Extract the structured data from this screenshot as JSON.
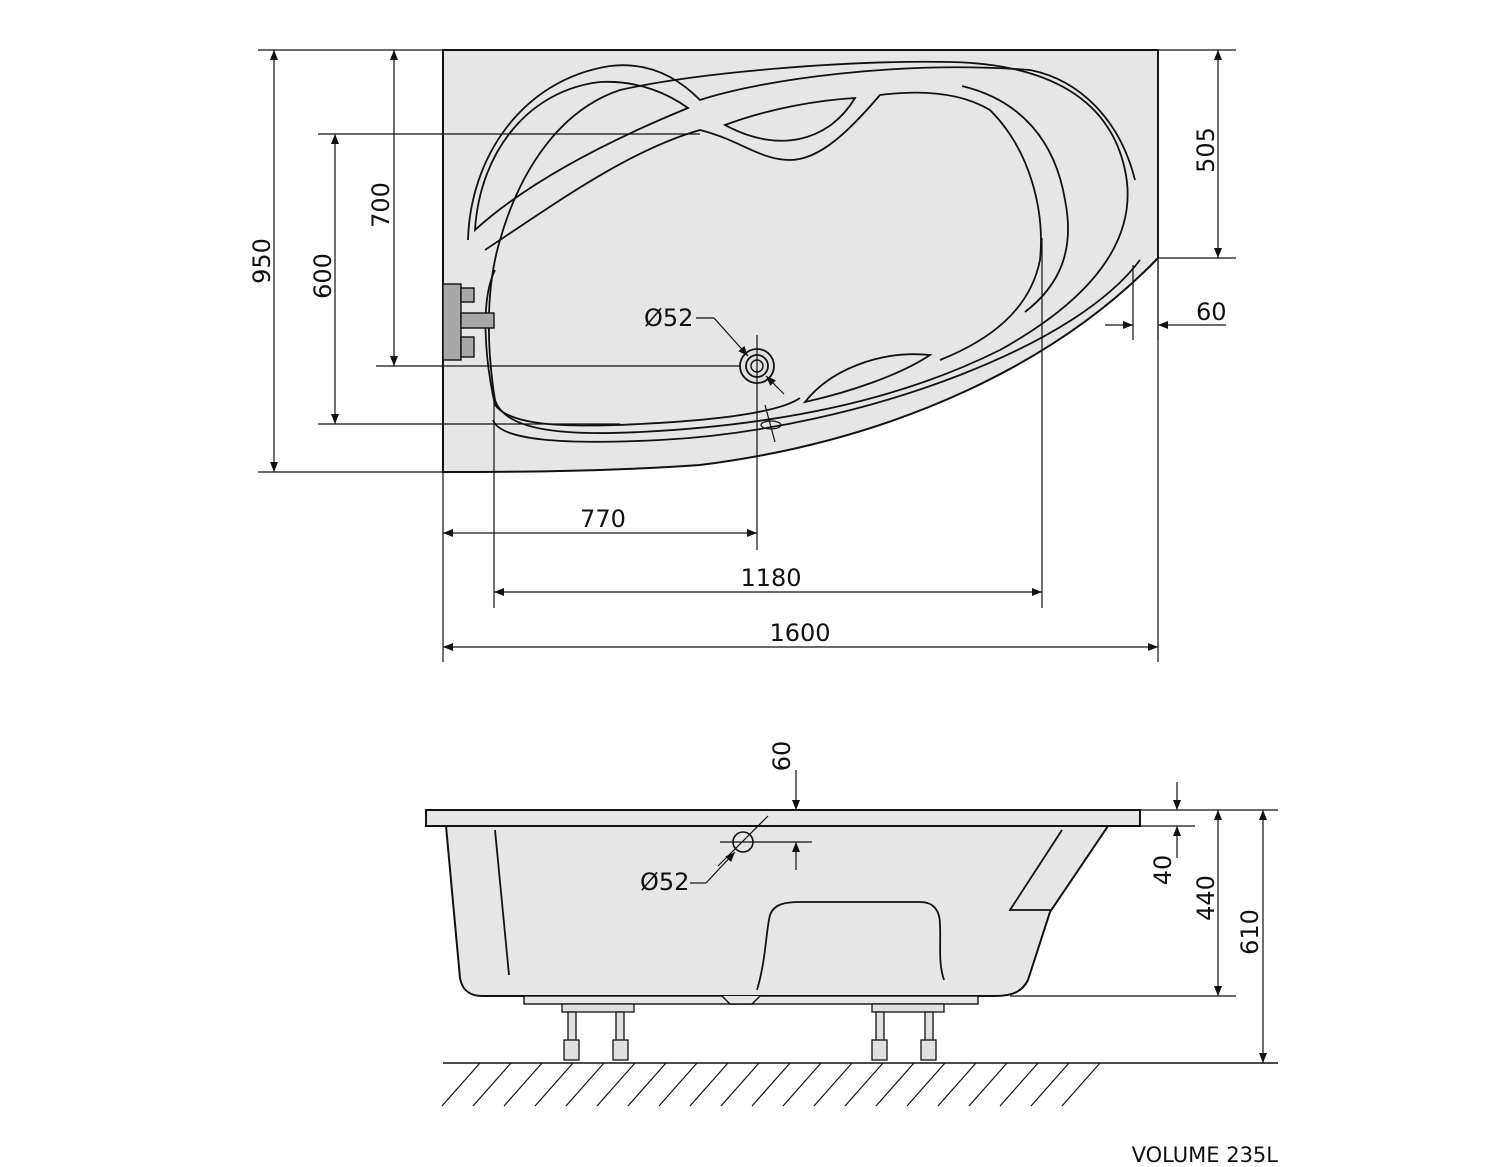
{
  "top_view": {
    "dimensions": {
      "total_length": "1600",
      "inner_length": "1180",
      "drain_offset": "770",
      "total_width": "950",
      "width_700": "700",
      "width_600": "600",
      "right_side": "505",
      "corner_offset": "60"
    },
    "drain_label": "Ø52"
  },
  "side_view": {
    "dimensions": {
      "top_offset": "60",
      "rim_height": "40",
      "basin_height": "440",
      "total_height": "610"
    },
    "overflow_label": "Ø52"
  },
  "volume_label": "VOLUME 235L",
  "colors": {
    "fill_light": "#e6e6e7",
    "fill_inner": "#e8e8e9",
    "line": "#111111",
    "tap_gray": "#a8a8a8"
  }
}
